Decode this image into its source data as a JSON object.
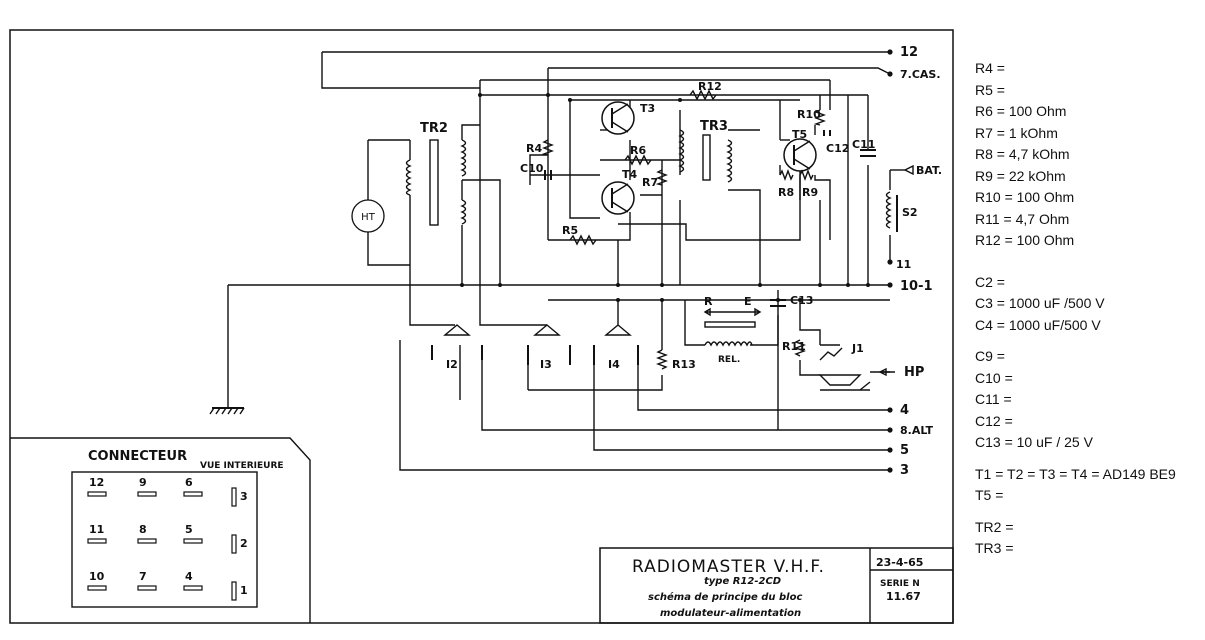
{
  "schematic": {
    "labels": {
      "tr2": "TR2",
      "tr3": "TR3",
      "t3": "T3",
      "t4": "T4",
      "t5": "T5",
      "r4": "R4",
      "r5": "R5",
      "r6": "R6",
      "r7": "R7",
      "r8": "R8",
      "r9": "R9",
      "r10": "R10",
      "r11": "R11",
      "r12": "R12",
      "r13": "R13",
      "c10": "C10",
      "c11": "C11",
      "c12": "C12",
      "c13": "C13",
      "s2": "S2",
      "j1": "J1",
      "rel": "REL.",
      "relay_r": "R",
      "relay_e": "E",
      "i2": "I2",
      "i3": "I3",
      "i4": "I4",
      "ht": "HT",
      "hp": "HP",
      "bat": "BAT."
    },
    "terminals": [
      "12",
      "7.CAS.",
      "11",
      "10-1",
      "4",
      "8.ALT",
      "5",
      "3"
    ],
    "connector": {
      "title": "CONNECTEUR",
      "subtitle": "VUE INTERIEURE",
      "rows": [
        {
          "pins": [
            "12",
            "9",
            "6"
          ],
          "side": "3"
        },
        {
          "pins": [
            "11",
            "8",
            "5"
          ],
          "side": "2"
        },
        {
          "pins": [
            "10",
            "7",
            "4"
          ],
          "side": "1"
        }
      ]
    },
    "title_block": {
      "title": "RADIOMASTER  V.H.F.",
      "type": "type R12-2CD",
      "desc1": "schéma de principe du bloc",
      "desc2": "modulateur-alimentation",
      "date": "23-4-65",
      "serie": "SERIE N",
      "number": "11.67"
    }
  },
  "component_values": {
    "resistors": [
      "R4 =",
      "R5 =",
      "R6 = 100 Ohm",
      "R7 = 1 kOhm",
      "R8 = 4,7 kOhm",
      "R9 = 22 kOhm",
      "R10 = 100 Ohm",
      "R11 = 4,7 Ohm",
      "R12 = 100 Ohm"
    ],
    "capacitors_a": [
      "C2 =",
      "C3 = 1000 uF /500 V",
      "C4 = 1000 uF/500 V"
    ],
    "capacitors_b": [
      "C9 =",
      "C10 =",
      "C11 =",
      "C12 =",
      "C13 = 10 uF / 25 V"
    ],
    "transistors": [
      "T1 = T2 = T3 = T4 = AD149 BE9",
      "T5 ="
    ],
    "transformers": [
      "TR2 =",
      "TR3 ="
    ]
  }
}
